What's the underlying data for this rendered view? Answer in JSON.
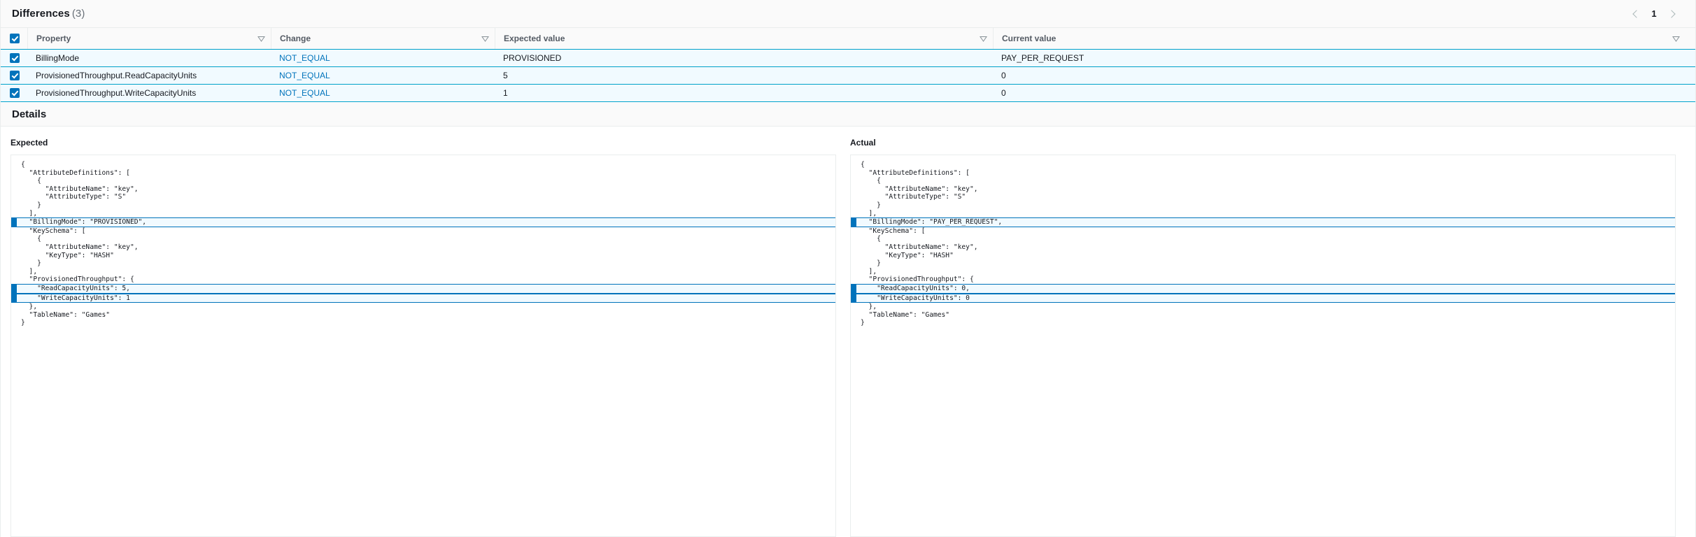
{
  "header": {
    "title": "Differences",
    "count": "(3)",
    "pagination": {
      "prev_icon": "chevron-left-icon",
      "page": "1",
      "next_icon": "chevron-right-icon"
    }
  },
  "table": {
    "columns": [
      {
        "label": "Property",
        "sortable": true
      },
      {
        "label": "Change",
        "sortable": true
      },
      {
        "label": "Expected value",
        "sortable": true
      },
      {
        "label": "Current value",
        "sortable": true
      }
    ],
    "select_all_checked": true,
    "rows": [
      {
        "checked": true,
        "property": "BillingMode",
        "change": "NOT_EQUAL",
        "expected_value": "PROVISIONED",
        "current_value": "PAY_PER_REQUEST"
      },
      {
        "checked": true,
        "property": "ProvisionedThroughput.ReadCapacityUnits",
        "change": "NOT_EQUAL",
        "expected_value": "5",
        "current_value": "0"
      },
      {
        "checked": true,
        "property": "ProvisionedThroughput.WriteCapacityUnits",
        "change": "NOT_EQUAL",
        "expected_value": "1",
        "current_value": "0"
      }
    ]
  },
  "details": {
    "title": "Details",
    "expected": {
      "label": "Expected",
      "lines": [
        {
          "text": "{",
          "highlight": false
        },
        {
          "text": "  \"AttributeDefinitions\": [",
          "highlight": false
        },
        {
          "text": "    {",
          "highlight": false
        },
        {
          "text": "      \"AttributeName\": \"key\",",
          "highlight": false
        },
        {
          "text": "      \"AttributeType\": \"S\"",
          "highlight": false
        },
        {
          "text": "    }",
          "highlight": false
        },
        {
          "text": "  ],",
          "highlight": false
        },
        {
          "text": "  \"BillingMode\": \"PROVISIONED\",",
          "highlight": true
        },
        {
          "text": "  \"KeySchema\": [",
          "highlight": false
        },
        {
          "text": "    {",
          "highlight": false
        },
        {
          "text": "      \"AttributeName\": \"key\",",
          "highlight": false
        },
        {
          "text": "      \"KeyType\": \"HASH\"",
          "highlight": false
        },
        {
          "text": "    }",
          "highlight": false
        },
        {
          "text": "  ],",
          "highlight": false
        },
        {
          "text": "  \"ProvisionedThroughput\": {",
          "highlight": false
        },
        {
          "text": "    \"ReadCapacityUnits\": 5,",
          "highlight": true
        },
        {
          "text": "    \"WriteCapacityUnits\": 1",
          "highlight": true
        },
        {
          "text": "  },",
          "highlight": false
        },
        {
          "text": "  \"TableName\": \"Games\"",
          "highlight": false
        },
        {
          "text": "}",
          "highlight": false
        }
      ]
    },
    "actual": {
      "label": "Actual",
      "lines": [
        {
          "text": "{",
          "highlight": false
        },
        {
          "text": "  \"AttributeDefinitions\": [",
          "highlight": false
        },
        {
          "text": "    {",
          "highlight": false
        },
        {
          "text": "      \"AttributeName\": \"key\",",
          "highlight": false
        },
        {
          "text": "      \"AttributeType\": \"S\"",
          "highlight": false
        },
        {
          "text": "    }",
          "highlight": false
        },
        {
          "text": "  ],",
          "highlight": false
        },
        {
          "text": "  \"BillingMode\": \"PAY_PER_REQUEST\",",
          "highlight": true
        },
        {
          "text": "  \"KeySchema\": [",
          "highlight": false
        },
        {
          "text": "    {",
          "highlight": false
        },
        {
          "text": "      \"AttributeName\": \"key\",",
          "highlight": false
        },
        {
          "text": "      \"KeyType\": \"HASH\"",
          "highlight": false
        },
        {
          "text": "    }",
          "highlight": false
        },
        {
          "text": "  ],",
          "highlight": false
        },
        {
          "text": "  \"ProvisionedThroughput\": {",
          "highlight": false
        },
        {
          "text": "    \"ReadCapacityUnits\": 0,",
          "highlight": true
        },
        {
          "text": "    \"WriteCapacityUnits\": 0",
          "highlight": true
        },
        {
          "text": "  },",
          "highlight": false
        },
        {
          "text": "  \"TableName\": \"Games\"",
          "highlight": false
        },
        {
          "text": "}",
          "highlight": false
        }
      ]
    }
  },
  "colors": {
    "accent": "#0073bb",
    "row_border": "#00a1c9",
    "row_bg": "#f1faff",
    "chrome_bg": "#fafafa",
    "divider": "#eaeded"
  }
}
